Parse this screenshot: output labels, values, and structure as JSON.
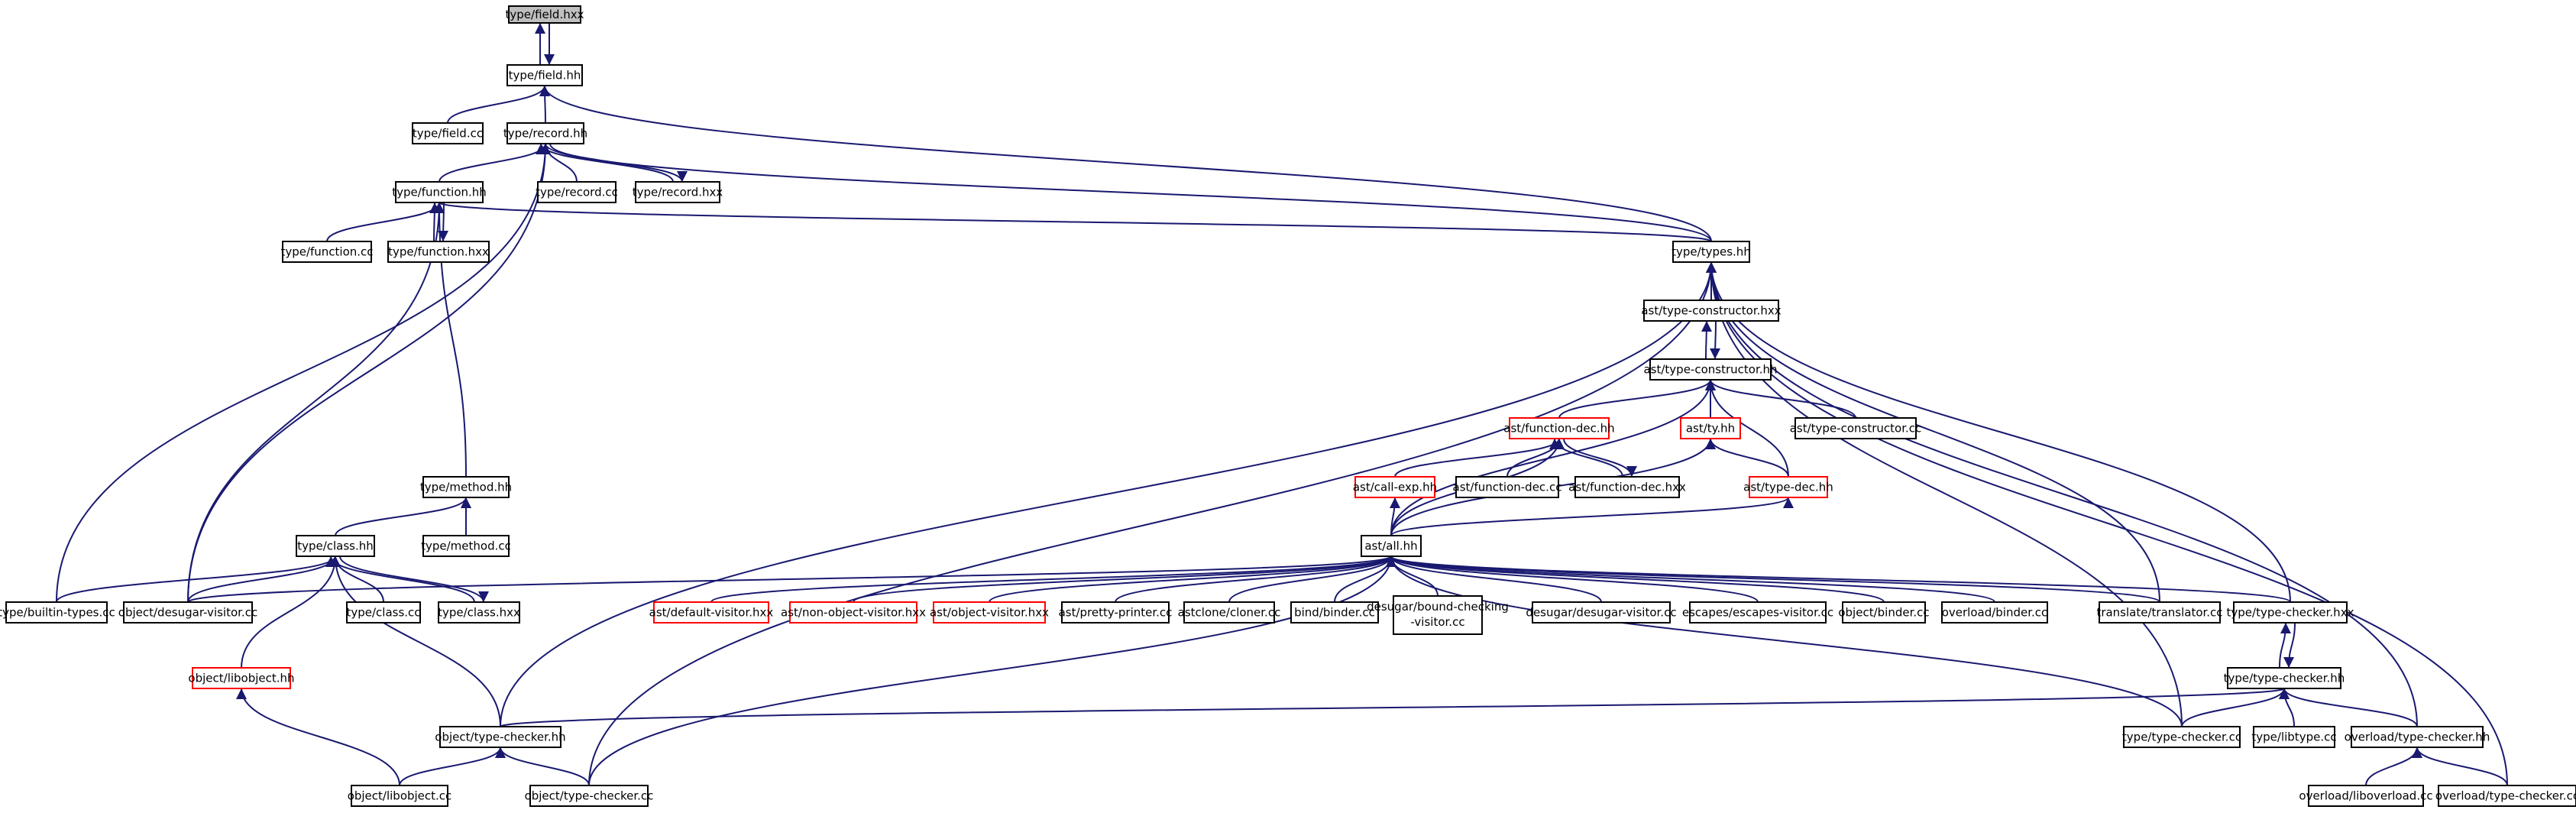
{
  "colors": {
    "edge": "#191970",
    "current_node_fill": "#bfbfbf",
    "truncated_border": "#ff0000",
    "node_border": "#000000"
  },
  "nodes": [
    {
      "id": "n0",
      "label": "type/field.hxx",
      "status": "current"
    },
    {
      "id": "n1",
      "label": "type/field.hh"
    },
    {
      "id": "n2",
      "label": "type/field.cc"
    },
    {
      "id": "n3",
      "label": "type/record.hh"
    },
    {
      "id": "n4",
      "label": "type/function.hh"
    },
    {
      "id": "n5",
      "label": "type/record.cc"
    },
    {
      "id": "n6",
      "label": "type/record.hxx"
    },
    {
      "id": "n7",
      "label": "type/function.cc"
    },
    {
      "id": "n8",
      "label": "type/function.hxx"
    },
    {
      "id": "n9",
      "label": "type/types.hh"
    },
    {
      "id": "n10",
      "label": "ast/type-constructor.hxx"
    },
    {
      "id": "n11",
      "label": "ast/type-constructor.hh"
    },
    {
      "id": "n12",
      "label": "ast/function-dec.hh",
      "status": "truncated"
    },
    {
      "id": "n13",
      "label": "ast/ty.hh",
      "status": "truncated"
    },
    {
      "id": "n14",
      "label": "ast/type-constructor.cc"
    },
    {
      "id": "n15",
      "label": "ast/call-exp.hh",
      "status": "truncated"
    },
    {
      "id": "n16",
      "label": "ast/function-dec.cc"
    },
    {
      "id": "n17",
      "label": "ast/function-dec.hxx"
    },
    {
      "id": "n18",
      "label": "ast/type-dec.hh",
      "status": "truncated"
    },
    {
      "id": "n19",
      "label": "ast/all.hh"
    },
    {
      "id": "n20",
      "label": "type/method.hh"
    },
    {
      "id": "n21",
      "label": "type/method.cc"
    },
    {
      "id": "n22",
      "label": "type/class.hh"
    },
    {
      "id": "n23",
      "label": "type/builtin-types.cc"
    },
    {
      "id": "n24",
      "label": "object/desugar-visitor.cc"
    },
    {
      "id": "n25",
      "label": "type/class.cc"
    },
    {
      "id": "n26",
      "label": "type/class.hxx"
    },
    {
      "id": "n27",
      "label": "object/libobject.hh",
      "status": "truncated"
    },
    {
      "id": "n28",
      "label": "object/type-checker.hh"
    },
    {
      "id": "n29",
      "label": "object/libobject.cc"
    },
    {
      "id": "n30",
      "label": "object/type-checker.cc"
    },
    {
      "id": "n31",
      "label": "ast/default-visitor.hxx",
      "status": "truncated"
    },
    {
      "id": "n32",
      "label": "ast/non-object-visitor.hxx",
      "status": "truncated"
    },
    {
      "id": "n33",
      "label": "ast/object-visitor.hxx",
      "status": "truncated"
    },
    {
      "id": "n34",
      "label": "ast/pretty-printer.cc"
    },
    {
      "id": "n35",
      "label": "astclone/cloner.cc"
    },
    {
      "id": "n36",
      "label": "bind/binder.cc"
    },
    {
      "id": "n37",
      "label": "desugar/bound-checking-visitor.cc",
      "lines": [
        "desugar/bound-checking",
        "-visitor.cc"
      ]
    },
    {
      "id": "n38",
      "label": "desugar/desugar-visitor.cc"
    },
    {
      "id": "n39",
      "label": "escapes/escapes-visitor.cc"
    },
    {
      "id": "n40",
      "label": "object/binder.cc"
    },
    {
      "id": "n41",
      "label": "overload/binder.cc"
    },
    {
      "id": "n42",
      "label": "translate/translator.cc"
    },
    {
      "id": "n43",
      "label": "type/type-checker.hxx"
    },
    {
      "id": "n44",
      "label": "type/type-checker.hh"
    },
    {
      "id": "n45",
      "label": "type/type-checker.cc"
    },
    {
      "id": "n46",
      "label": "type/libtype.cc"
    },
    {
      "id": "n47",
      "label": "overload/type-checker.hh"
    },
    {
      "id": "n48",
      "label": "overload/liboverload.cc"
    },
    {
      "id": "n49",
      "label": "overload/type-checker.cc"
    }
  ],
  "edges": [
    [
      "n1",
      "n0"
    ],
    [
      "n0",
      "n1"
    ],
    [
      "n2",
      "n1"
    ],
    [
      "n3",
      "n1"
    ],
    [
      "n9",
      "n1"
    ],
    [
      "n4",
      "n3"
    ],
    [
      "n5",
      "n3"
    ],
    [
      "n6",
      "n3"
    ],
    [
      "n3",
      "n6"
    ],
    [
      "n9",
      "n3"
    ],
    [
      "n23",
      "n3"
    ],
    [
      "n24",
      "n3"
    ],
    [
      "n7",
      "n4"
    ],
    [
      "n8",
      "n4"
    ],
    [
      "n4",
      "n8"
    ],
    [
      "n9",
      "n4"
    ],
    [
      "n20",
      "n4"
    ],
    [
      "n24",
      "n4"
    ],
    [
      "n10",
      "n9"
    ],
    [
      "n28",
      "n9"
    ],
    [
      "n30",
      "n9"
    ],
    [
      "n42",
      "n9"
    ],
    [
      "n43",
      "n9"
    ],
    [
      "n45",
      "n9"
    ],
    [
      "n47",
      "n9"
    ],
    [
      "n49",
      "n9"
    ],
    [
      "n11",
      "n10"
    ],
    [
      "n10",
      "n11"
    ],
    [
      "n12",
      "n11"
    ],
    [
      "n13",
      "n11"
    ],
    [
      "n14",
      "n11"
    ],
    [
      "n18",
      "n11"
    ],
    [
      "n19",
      "n11"
    ],
    [
      "n15",
      "n12"
    ],
    [
      "n16",
      "n12"
    ],
    [
      "n17",
      "n12"
    ],
    [
      "n12",
      "n17"
    ],
    [
      "n19",
      "n12"
    ],
    [
      "n18",
      "n13"
    ],
    [
      "n19",
      "n13"
    ],
    [
      "n19",
      "n15"
    ],
    [
      "n19",
      "n18"
    ],
    [
      "n24",
      "n19"
    ],
    [
      "n30",
      "n19"
    ],
    [
      "n31",
      "n19"
    ],
    [
      "n32",
      "n19"
    ],
    [
      "n33",
      "n19"
    ],
    [
      "n34",
      "n19"
    ],
    [
      "n35",
      "n19"
    ],
    [
      "n36",
      "n19"
    ],
    [
      "n37",
      "n19"
    ],
    [
      "n38",
      "n19"
    ],
    [
      "n39",
      "n19"
    ],
    [
      "n40",
      "n19"
    ],
    [
      "n41",
      "n19"
    ],
    [
      "n42",
      "n19"
    ],
    [
      "n43",
      "n19"
    ],
    [
      "n45",
      "n19"
    ],
    [
      "n22",
      "n20"
    ],
    [
      "n21",
      "n20"
    ],
    [
      "n23",
      "n22"
    ],
    [
      "n24",
      "n22"
    ],
    [
      "n25",
      "n22"
    ],
    [
      "n26",
      "n22"
    ],
    [
      "n22",
      "n26"
    ],
    [
      "n27",
      "n22"
    ],
    [
      "n28",
      "n22"
    ],
    [
      "n29",
      "n27"
    ],
    [
      "n29",
      "n28"
    ],
    [
      "n30",
      "n28"
    ],
    [
      "n44",
      "n43"
    ],
    [
      "n43",
      "n44"
    ],
    [
      "n28",
      "n44"
    ],
    [
      "n45",
      "n44"
    ],
    [
      "n46",
      "n44"
    ],
    [
      "n47",
      "n44"
    ],
    [
      "n48",
      "n47"
    ],
    [
      "n49",
      "n47"
    ]
  ]
}
